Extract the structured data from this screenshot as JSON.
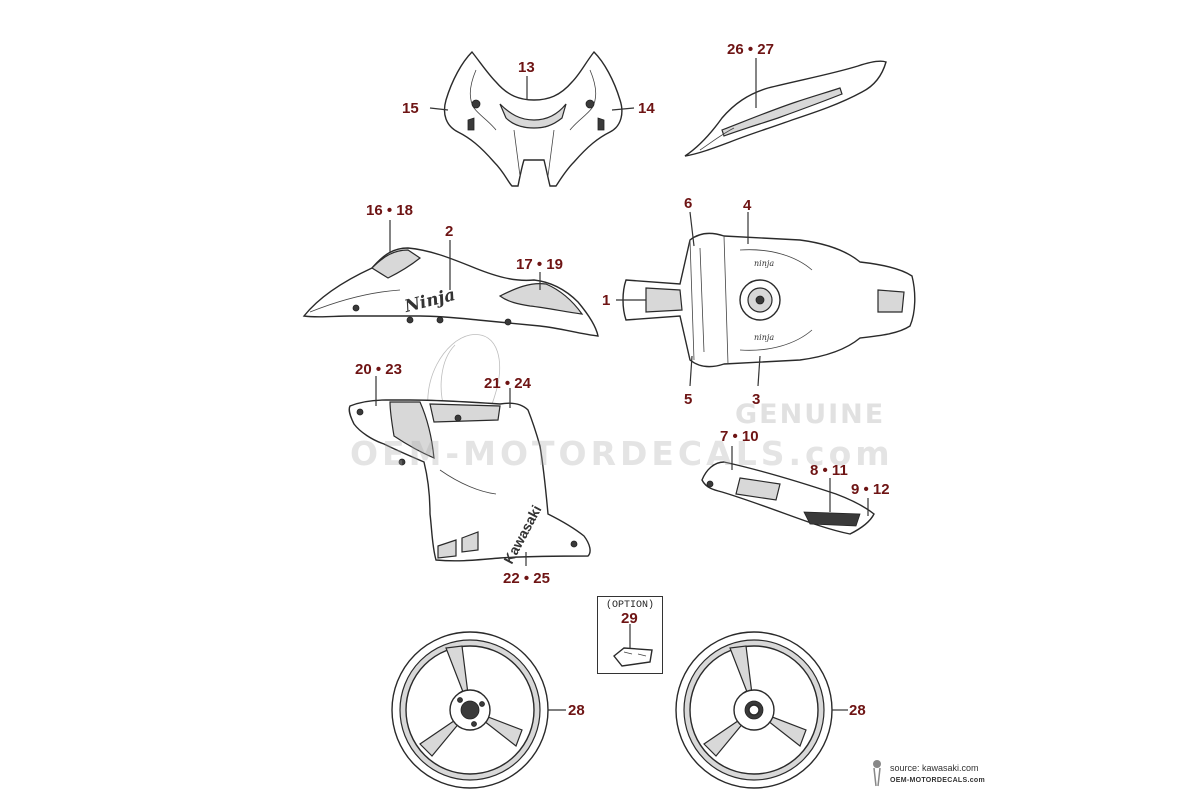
{
  "callouts": {
    "c13": "13",
    "c15": "15",
    "c14": "14",
    "c26_27": "26 • 27",
    "c16_18": "16 • 18",
    "c2": "2",
    "c17_19": "17 • 19",
    "c6": "6",
    "c4": "4",
    "c1": "1",
    "c5": "5",
    "c3": "3",
    "c20_23": "20 • 23",
    "c21_24": "21 • 24",
    "c7_10": "7 • 10",
    "c8_11": "8 • 11",
    "c9_12": "9 • 12",
    "c22_25": "22 • 25",
    "c29": "29",
    "c28_left": "28",
    "c28_right": "28"
  },
  "option_label": "(OPTION)",
  "decal_text": {
    "ninja_logo": "Ninja",
    "kawasaki_logo": "Kawasaki"
  },
  "watermark": {
    "genuine": "GENUINE",
    "site": "OEM-MOTORDECALS.com"
  },
  "source": {
    "line1": "source: kawasaki.com",
    "line2": "OEM-MOTORDECALS.com"
  }
}
